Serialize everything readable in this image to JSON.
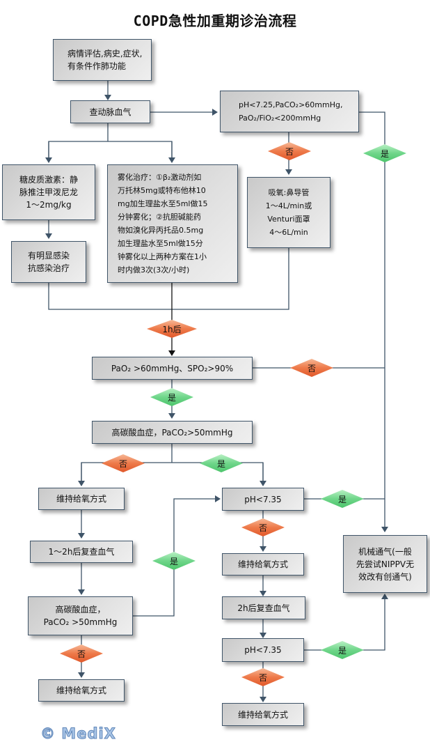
{
  "title": "COPD急性加重期诊治流程",
  "nodes": {
    "assess": "病情评估,病史,症状,\n有条件作肺功能",
    "abg": "查动脉血气",
    "severe_criteria": "pH<7.25,PaCO₂>60mmHg,\nPaO₂/FiO₂<200mmHg",
    "steroid": "糖皮质激素：静\n脉推注甲泼尼龙\n  1～2mg/kg",
    "infection": "有明显感染\n抗感染治疗",
    "nebulizer": "雾化治疗：①β₂激动剂如\n万托林5mg或特布他林10\nmg加生理盐水至5ml做15\n分钟雾化；②抗胆碱能药\n物如溴化异丙托品0.5mg\n加生理盐水至5ml做15分\n钟雾化以上两种方案在1小\n时内做3次(3次/小时)",
    "oxygen": "吸氧:鼻导管\n1～4L/min或\nVenturi面罩\n4～6L/min",
    "oxygenation_check": "PaO₂ >60mmHg、SPO₂>90%",
    "hypercapnia": "高碳酸血症，PaCO₂>50mmHg",
    "maintain_o2_left": "维持给氧方式",
    "recheck_1_2h": "1～2h后复查血气",
    "hypercapnia_recheck": "高碳酸血症，\nPaCO₂ >50mmHg",
    "maintain_o2_left_bottom": "维持给氧方式",
    "ph_check_1": "pH<7.35",
    "maintain_o2_mid": "维持给氧方式",
    "recheck_2h": "2h后复查血气",
    "ph_check_2": "pH<7.35",
    "maintain_o2_mid_bottom": "维持给氧方式",
    "ventilation": "机械通气(一般\n先尝试NIPPV无\n效改有创通气)"
  },
  "decisions": {
    "severe_no": "否",
    "severe_yes": "是",
    "after_1h": "1h后",
    "oxygenation_no": "否",
    "oxygenation_yes": "是",
    "hypercapnia_no": "否",
    "hypercapnia_yes": "是",
    "ph1_yes": "是",
    "ph1_no": "否",
    "recheck_yes": "是",
    "recheck_no": "否",
    "ph2_yes": "是",
    "ph2_no": "否"
  },
  "watermark": "© MediX",
  "colors": {
    "line": "#3f5468",
    "no_diamond": "#ee7a4a",
    "yes_diamond": "#6fd68a",
    "box_border": "#3f5468"
  }
}
